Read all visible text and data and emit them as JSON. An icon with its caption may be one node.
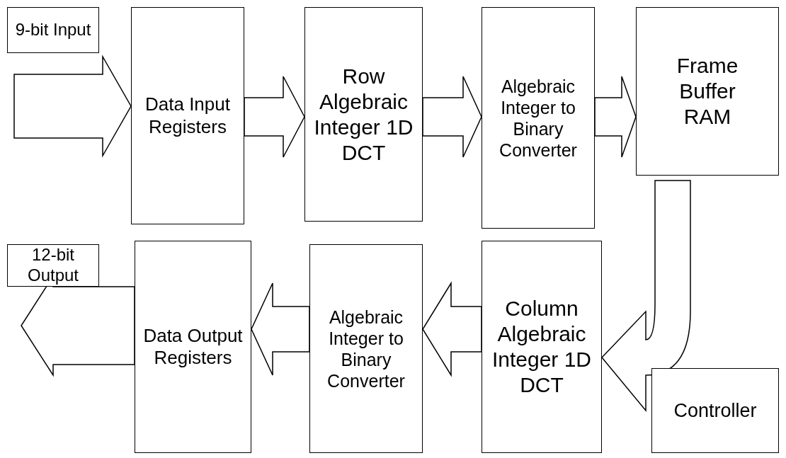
{
  "diagram": {
    "nodes": [
      {
        "text": [
          "9-bit Input"
        ]
      },
      {
        "text": [
          "Data Input Registers"
        ]
      },
      {
        "text": [
          "Row Algebraic Integer 1D DCT"
        ]
      },
      {
        "text": [
          "Algebraic Integer to Binary Converter"
        ]
      },
      {
        "text": [
          "Frame Buffer RAM"
        ]
      },
      {
        "text": [
          "12-bit Output"
        ]
      },
      {
        "text": [
          "Data Output Registers"
        ]
      },
      {
        "text": [
          "Algebraic Integer to Binary Converter"
        ]
      },
      {
        "text": [
          "Column Algebraic Integer 1D DCT"
        ]
      },
      {
        "text": [
          "Controller"
        ]
      }
    ],
    "edges": [
      {
        "from": null,
        "to": 1,
        "arrow": "to"
      },
      {
        "from": 1,
        "to": 2,
        "arrow": "to"
      },
      {
        "from": 2,
        "to": 3,
        "arrow": "to"
      },
      {
        "from": 3,
        "to": 4,
        "arrow": "to"
      },
      {
        "from": 4,
        "to": 8,
        "arrow": "to"
      },
      {
        "from": 8,
        "to": 7,
        "arrow": "to"
      },
      {
        "from": 7,
        "to": 6,
        "arrow": "to"
      },
      {
        "from": 6,
        "to": null,
        "arrow": "to"
      }
    ]
  }
}
